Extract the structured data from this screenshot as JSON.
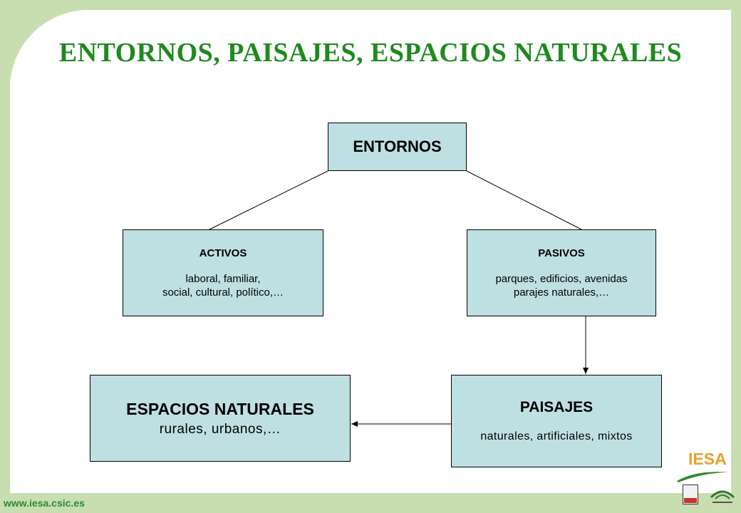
{
  "title": "ENTORNOS, PAISAJES, ESPACIOS NATURALES",
  "nodes": {
    "entornos": {
      "label": "ENTORNOS"
    },
    "activos": {
      "heading": "ACTIVOS",
      "line1": "laboral, familiar,",
      "line2": "social, cultural, político,…"
    },
    "pasivos": {
      "heading": "PASIVOS",
      "line1": "parques, edificios, avenidas",
      "line2": "parajes naturales,…"
    },
    "espacios": {
      "heading": "ESPACIOS NATURALES",
      "text": "rurales, urbanos,…"
    },
    "paisajes": {
      "heading": "PAISAJES",
      "text": "naturales, artificiales, mixtos"
    }
  },
  "footer": {
    "url": "www.iesa.csic.es",
    "logo_text": "IESA"
  },
  "colors": {
    "background": "#c8ddb0",
    "title": "#1f8a1f",
    "box_fill": "#bfe0e3",
    "url": "#2c8a35",
    "logo": "#e6a12c"
  }
}
